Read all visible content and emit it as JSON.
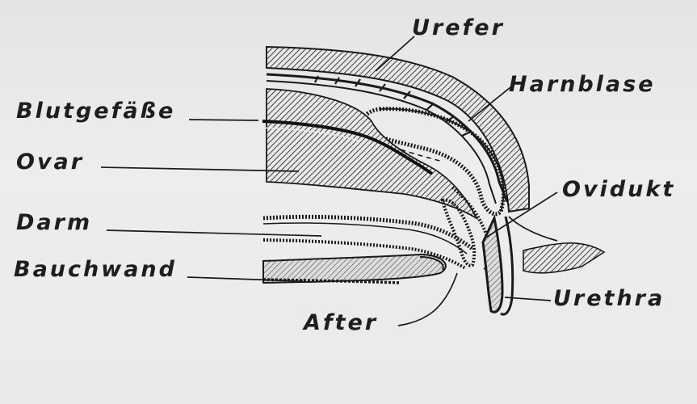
{
  "labels": {
    "ureter": "Urefer",
    "harnblase": "Harnblase",
    "blutgefaesse": "Blutgefäße",
    "ovar": "Ovar",
    "ovidukt": "Ovidukt",
    "darm": "Darm",
    "bauchwand": "Bauchwand",
    "urethra": "Urethra",
    "after": "After"
  }
}
